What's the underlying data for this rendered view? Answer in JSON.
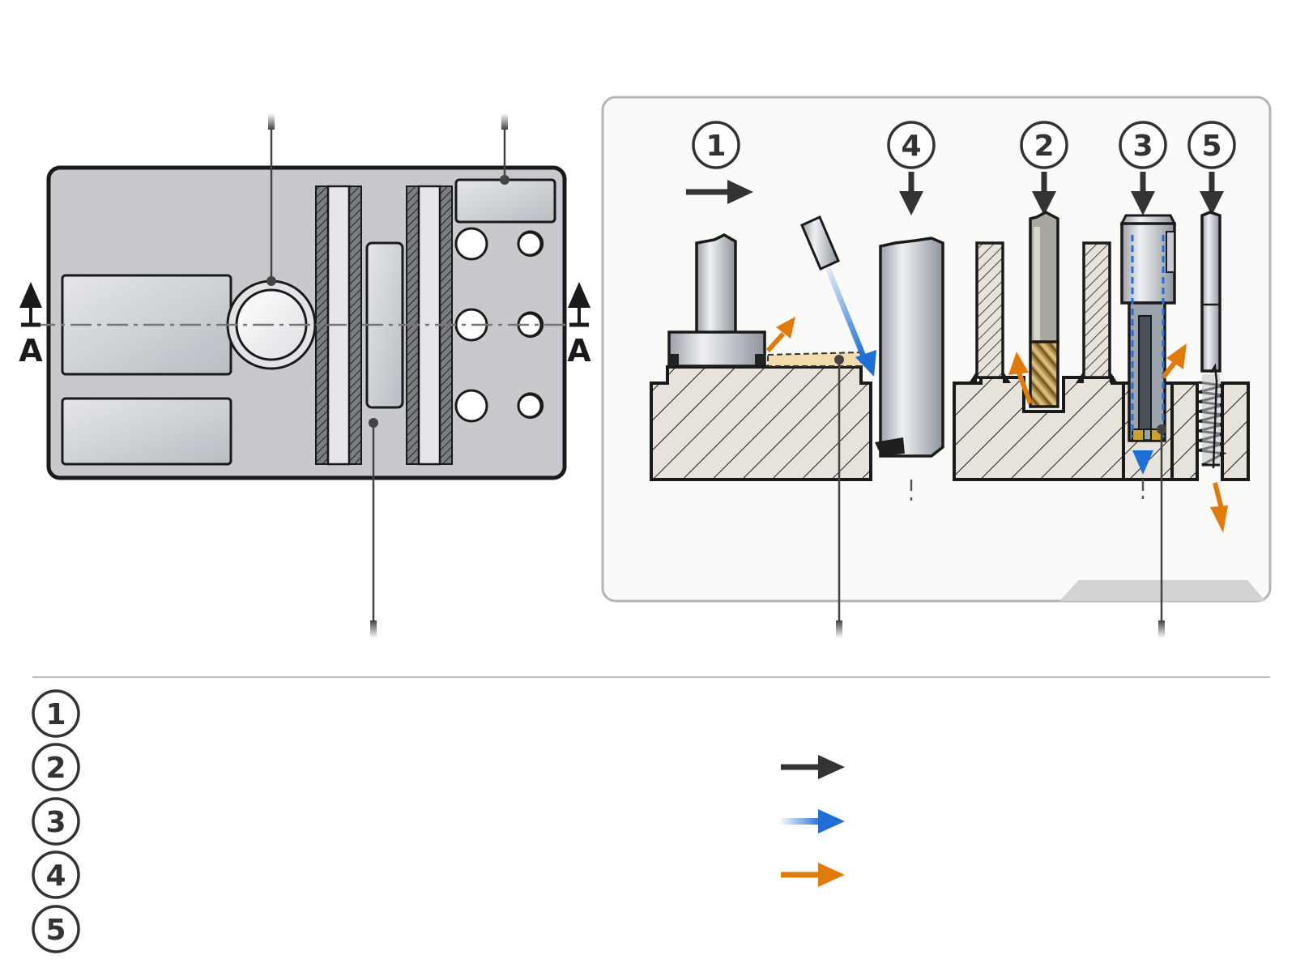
{
  "section_marker": {
    "letter": "A"
  },
  "callouts": [
    {
      "number": "1"
    },
    {
      "number": "4"
    },
    {
      "number": "2"
    },
    {
      "number": "3"
    },
    {
      "number": "5"
    }
  ],
  "legend": {
    "items": [
      {
        "number": "1"
      },
      {
        "number": "2"
      },
      {
        "number": "3"
      },
      {
        "number": "4"
      },
      {
        "number": "5"
      }
    ],
    "arrows": [
      {
        "kind": "feed-direction",
        "color": "#333333"
      },
      {
        "kind": "coolant-flow",
        "color": "#1f6fd6"
      },
      {
        "kind": "chip-flow",
        "color": "#e07a0a"
      }
    ]
  },
  "colors": {
    "outline": "#1a1a1a",
    "plate": "#c7c9cc",
    "hatch_fill": "#e8e3da",
    "panel_bg": "#fafaf8",
    "coolant": "#1f6fd6",
    "chips": "#e07a0a",
    "feed": "#333333"
  }
}
